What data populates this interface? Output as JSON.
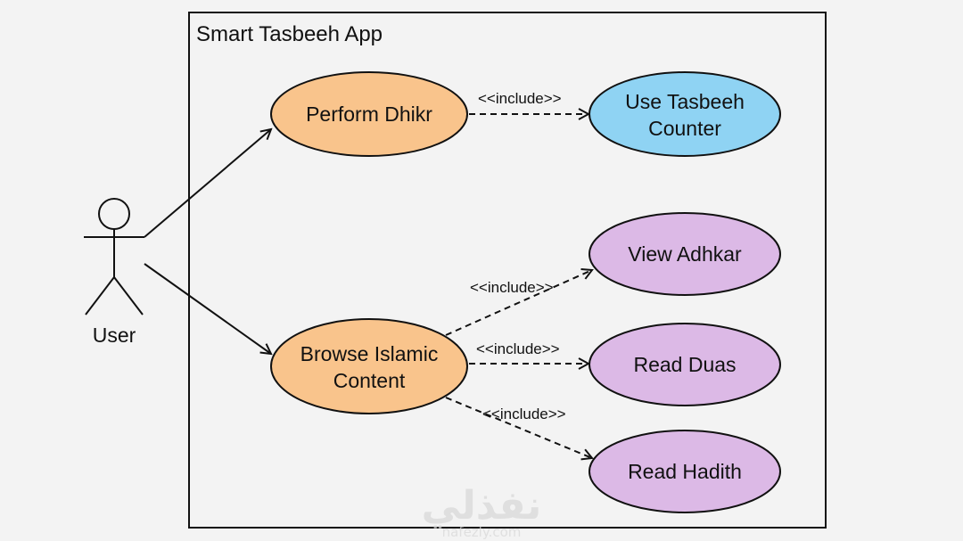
{
  "system": {
    "title": "Smart Tasbeeh App"
  },
  "actor": {
    "label": "User"
  },
  "use_cases": {
    "perform_dhikr": {
      "lines": [
        "Perform Dhikr"
      ],
      "color": "#f9c48c"
    },
    "use_tasbeeh_counter": {
      "lines": [
        "Use Tasbeeh",
        "Counter"
      ],
      "color": "#8fd3f3"
    },
    "view_adhkar": {
      "lines": [
        "View Adhkar"
      ],
      "color": "#dcb9e6"
    },
    "browse_islamic_content": {
      "lines": [
        "Browse Islamic",
        "Content"
      ],
      "color": "#f9c48c"
    },
    "read_duas": {
      "lines": [
        "Read Duas"
      ],
      "color": "#dcb9e6"
    },
    "read_hadith": {
      "lines": [
        "Read Hadith"
      ],
      "color": "#dcb9e6"
    }
  },
  "relations": {
    "include_label": "<<include>>"
  },
  "watermark": {
    "arabic": "نفذلي",
    "latin": "nafezly.com"
  }
}
